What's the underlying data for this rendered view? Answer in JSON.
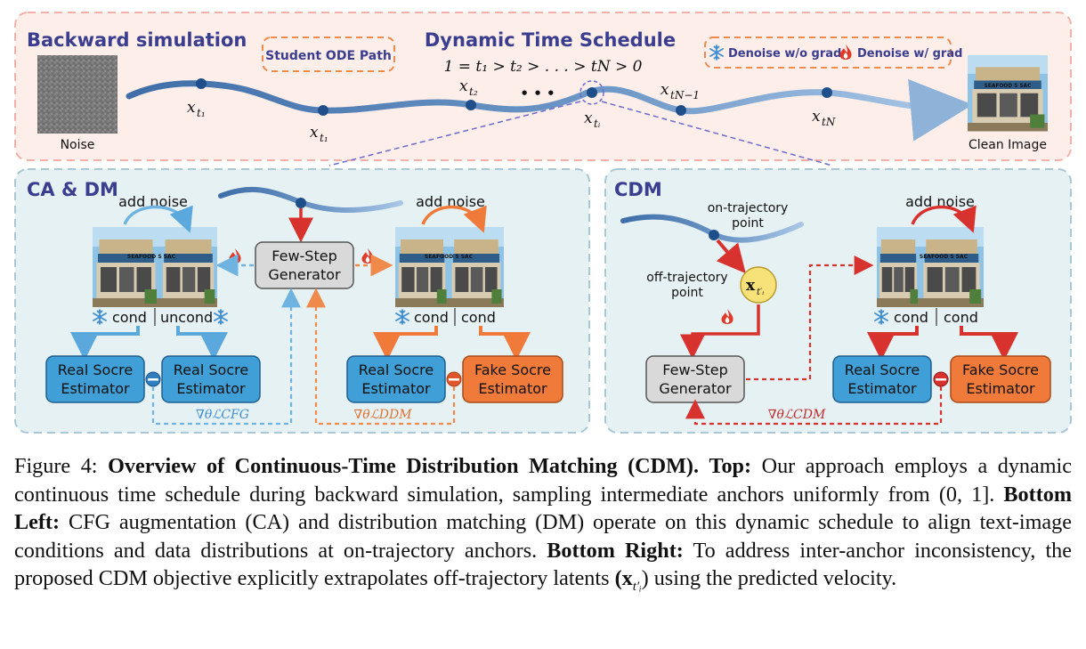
{
  "top": {
    "title": "Backward simulation",
    "schedule_title": "Dynamic Time Schedule",
    "schedule_formula": "1 = t₁ > t₂ > . . . > tN > 0",
    "student_path": "Student ODE Path",
    "legend_no_grad": "Denoise w/o grad",
    "legend_grad": "Denoise w/ grad",
    "noise_label": "Noise",
    "clean_label": "Clean Image",
    "points": [
      {
        "label": "x",
        "sub": "t₁"
      },
      {
        "label": "x",
        "sub": "t₁"
      },
      {
        "label": "x",
        "sub": "t₂"
      },
      {
        "label": "x",
        "sub": "tᵢ"
      },
      {
        "label": "x",
        "sub": "tN−1"
      },
      {
        "label": "x",
        "sub": "tN"
      }
    ],
    "ellipsis": "• • •",
    "store_sign": "SEAFOOD S SAC"
  },
  "left": {
    "title": "CA & DM",
    "add_noise": "add noise",
    "generator": [
      "Few-Step",
      "Generator"
    ],
    "cond": "cond",
    "uncond": "uncond",
    "real_estimator": [
      "Real Socre",
      "Estimator"
    ],
    "fake_estimator": [
      "Fake Socre",
      "Estimator"
    ],
    "grad_cfg": "∇θℒCFG",
    "grad_ddm": "∇θℒDDM",
    "store_sign": "SEAFOOD S SAC"
  },
  "right": {
    "title": "CDM",
    "on_traj": [
      "on-trajectory",
      "point"
    ],
    "off_traj": [
      "off-trajectory",
      "point"
    ],
    "add_noise": "add noise",
    "latent": "x",
    "latent_sub": "t′ᵢ",
    "generator": [
      "Few-Step",
      "Generator"
    ],
    "cond": "cond",
    "real_estimator": [
      "Real Socre",
      "Estimator"
    ],
    "fake_estimator": [
      "Fake Socre",
      "Estimator"
    ],
    "grad_cdm": "∇θℒCDM",
    "store_sign": "SEAFOOD S SAC"
  },
  "caption": {
    "figure_label": "Figure 4:",
    "bold_title": "Overview of Continuous-Time Distribution Matching (CDM).",
    "top_label": "Top:",
    "top_text_a": "Our approach employs a dynamic continuous time schedule during backward simulation, sampling intermediate anchors uniformly from",
    "interval": "(0, 1]",
    "top_text_b": ".",
    "bottom_left_label": "Bottom Left:",
    "bottom_left_text": "CFG augmentation (CA) and distribution matching (DM) operate on this dynamic schedule to align text-image conditions and data distributions at on-trajectory anchors.",
    "bottom_right_label": "Bottom Right:",
    "bottom_right_text_a": "To address inter-anchor inconsistency, the proposed CDM objective explicitly extrapolates off-trajectory latents",
    "latent_open": "(x",
    "latent_sub": "t′ᵢ",
    "latent_close": ")",
    "bottom_right_text_b": "using the predicted velocity."
  },
  "colors": {
    "top_panel_bg": "#fdeeea",
    "top_panel_border": "#f2b1a8",
    "bottom_panel_bg": "#e6f1f4",
    "bottom_panel_border": "#a9c7d4",
    "title_purple": "#3b3d8f",
    "trajectory_blue": "#5f86b8",
    "point_blue": "#1f4f8a",
    "estimator_blue": "#3f9fd6",
    "estimator_orange": "#ef7a3a",
    "generator_gray": "#d9d9d9",
    "arrow_red": "#d8322f",
    "arrow_orange": "#f08a4b",
    "arrow_light_blue": "#6fb3e0",
    "latent_yellow": "#f7e27a"
  },
  "icons": [
    "snowflake-icon",
    "fire-icon"
  ]
}
